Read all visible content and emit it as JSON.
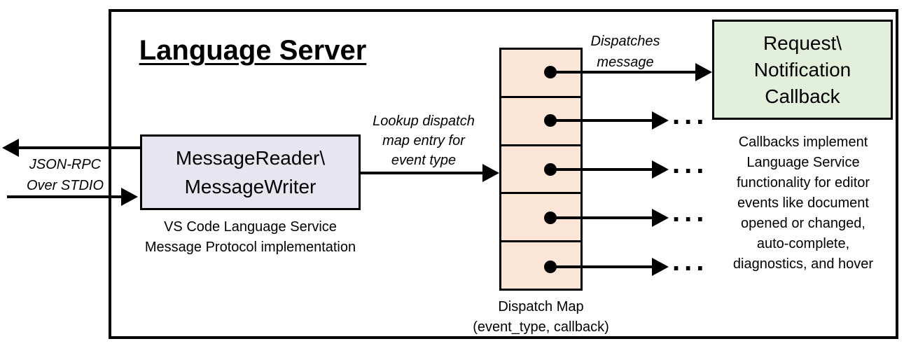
{
  "title": "Language Server",
  "io_label": {
    "lines": [
      "JSON-RPC",
      "Over STDIO"
    ]
  },
  "message_box": {
    "lines": [
      "MessageReader\\",
      "MessageWriter"
    ],
    "caption_lines": [
      "VS Code Language Service",
      "Message Protocol implementation"
    ]
  },
  "lookup_label": {
    "lines": [
      "Lookup dispatch",
      "map entry for",
      "event type"
    ]
  },
  "dispatches_label": {
    "lines": [
      "Dispatches",
      "message"
    ]
  },
  "dispatch_map": {
    "cell_count": 5,
    "caption_lines": [
      "Dispatch Map",
      "(event_type, callback)"
    ]
  },
  "callback_box": {
    "lines": [
      "Request\\",
      "Notification",
      "Callback"
    ]
  },
  "callbacks_note": {
    "lines": [
      "Callbacks implement",
      "Language Service",
      "functionality for editor",
      "events like document",
      "opened or changed,",
      "auto-complete,",
      "diagnostics, and hover"
    ]
  },
  "more_indicator": "...",
  "colors": {
    "message_box_fill": "#e6e5f0",
    "dispatch_cell_fill": "#fbe5d6",
    "callback_box_fill": "#e2efda",
    "line_color": "#000000",
    "background": "#ffffff"
  }
}
